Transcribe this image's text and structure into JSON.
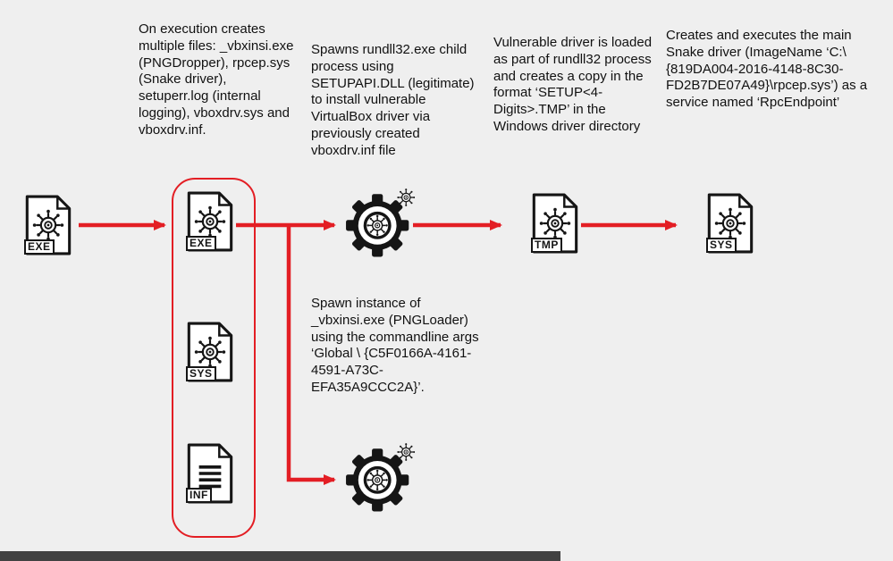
{
  "colors": {
    "background": "#efefef",
    "ink": "#151515",
    "arrow": "#e31e24",
    "group_border": "#e31e24",
    "footer_bar": "#424242"
  },
  "annotations": {
    "create_files": "On execution creates multiple files: _vbxinsi.exe (PNGDropper), rpcep.sys (Snake driver), setuperr.log (internal logging), vboxdrv.sys and vboxdrv.inf.",
    "spawn_rundll32": "Spawns rundll32.exe child process using SETUPAPI.DLL (legitimate) to install vulnerable VirtualBox driver via previously created vboxdrv.inf file",
    "driver_loaded": "Vulnerable driver is loaded as part of rundll32 process and creates a copy in the format ‘SETUP<4-Digits>.TMP’ in the Windows driver directory",
    "snake_driver": "Creates and executes the main Snake driver (ImageName ‘C:\\{819DA004-2016-4148-8C30-FD2B7DE07A49}\\rpcep.sys’) as  a service named ‘RpcEndpoint’",
    "spawn_pngloader": "Spawn instance of _vbxinsi.exe (PNGLoader) using the commandline args ‘Global \\ {C5F0166A-4161-4591-A73C-EFA35A9CCC2A}’."
  },
  "nodes": {
    "exe_initial": {
      "label": "EXE"
    },
    "exe_dropped": {
      "label": "EXE"
    },
    "sys_dropped": {
      "label": "SYS"
    },
    "inf_dropped": {
      "label": "INF"
    },
    "tmp_file": {
      "label": "TMP"
    },
    "sys_final": {
      "label": "SYS"
    }
  },
  "icons": {
    "bug": "malware-bug-icon",
    "gear": "process-gear-icon",
    "document": "malware-file-icon"
  }
}
